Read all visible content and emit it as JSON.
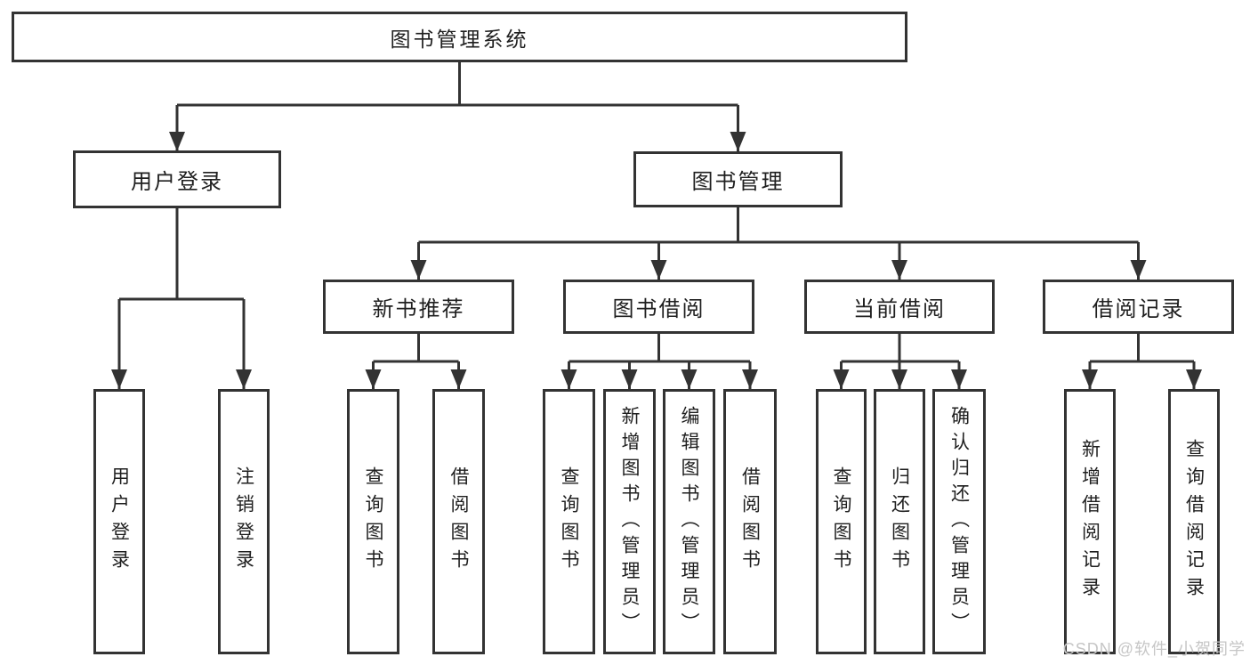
{
  "diagram": {
    "type": "functional-decomposition-tree",
    "colors": {
      "line": "#333333",
      "text": "#1f1f1f",
      "background": "#ffffff",
      "watermark": "#c6c6c6"
    },
    "tree": {
      "label": "图书管理系统",
      "children": [
        {
          "label": "用户登录",
          "children": [
            {
              "label": "用户登录"
            },
            {
              "label": "注销登录"
            }
          ]
        },
        {
          "label": "图书管理",
          "children": [
            {
              "label": "新书推荐",
              "children": [
                {
                  "label": "查询图书"
                },
                {
                  "label": "借阅图书"
                }
              ]
            },
            {
              "label": "图书借阅",
              "children": [
                {
                  "label": "查询图书"
                },
                {
                  "label": "新增图书（管理员）"
                },
                {
                  "label": "编辑图书（管理员）"
                },
                {
                  "label": "借阅图书"
                }
              ]
            },
            {
              "label": "当前借阅",
              "children": [
                {
                  "label": "查询图书"
                },
                {
                  "label": "归还图书"
                },
                {
                  "label": "确认归还（管理员）"
                }
              ]
            },
            {
              "label": "借阅记录",
              "children": [
                {
                  "label": "新增借阅记录"
                },
                {
                  "label": "查询借阅记录"
                }
              ]
            }
          ]
        }
      ]
    }
  },
  "watermark": {
    "text": "CSDN @软件_小贺同学"
  }
}
